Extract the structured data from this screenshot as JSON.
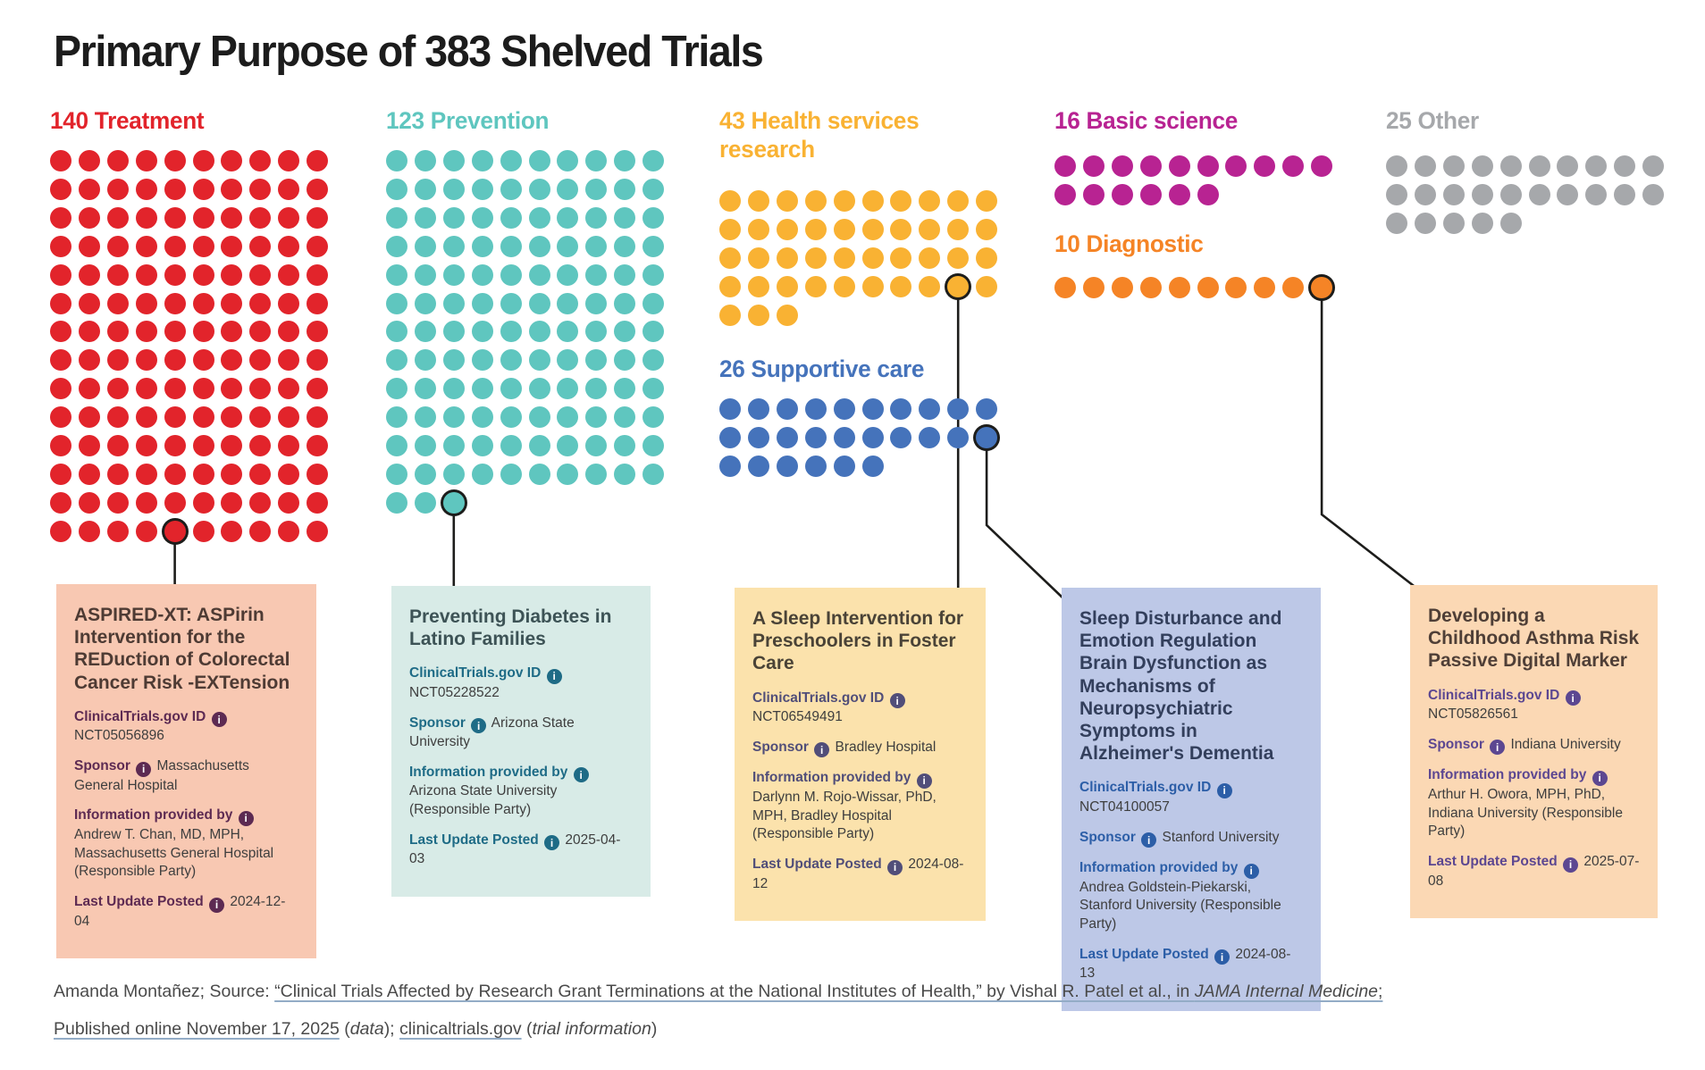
{
  "title": "Primary Purpose of 383 Shelved Trials",
  "glyphs": {
    "info": "i"
  },
  "chart_data": {
    "type": "pictogram",
    "title": "Primary Purpose of 383 Shelved Trials",
    "total": 383,
    "unit_per_dot": 1,
    "legend_position": "above-each-grid",
    "grid_columns": 10,
    "categories": [
      {
        "id": "treatment",
        "name": "Treatment",
        "count": 140,
        "color": "#E2242B",
        "label_lines": [
          "140 Treatment"
        ],
        "highlight_dot": 135
      },
      {
        "id": "prevention",
        "name": "Prevention",
        "count": 123,
        "color": "#5FC6BF",
        "label_lines": [
          "123 Prevention"
        ],
        "highlight_dot": 123
      },
      {
        "id": "health",
        "name": "Health services research",
        "count": 43,
        "color": "#F9B233",
        "label_lines": [
          "43 Health services",
          "research"
        ],
        "highlight_dot": 39
      },
      {
        "id": "supportive",
        "name": "Supportive care",
        "count": 26,
        "color": "#4573BB",
        "label_lines": [
          "26 Supportive care"
        ],
        "highlight_dot": 20
      },
      {
        "id": "basic",
        "name": "Basic science",
        "count": 16,
        "color": "#B82392",
        "label_lines": [
          "16 Basic science"
        ],
        "highlight_dot": null
      },
      {
        "id": "diagnostic",
        "name": "Diagnostic",
        "count": 10,
        "color": "#F58426",
        "label_lines": [
          "10 Diagnostic"
        ],
        "highlight_dot": 10
      },
      {
        "id": "other",
        "name": "Other",
        "count": 25,
        "color": "#A6A8AB",
        "label_lines": [
          "25 Other"
        ],
        "highlight_dot": null
      }
    ]
  },
  "cards": [
    {
      "category": "Treatment",
      "colors": {
        "bg": "#F8C8B2",
        "accent": "#5D2A52",
        "title": "#4E3B34"
      },
      "title": "ASPIRED-XT: ASPirin Intervention for the REDuction of Colorectal Cancer Risk -EXTension",
      "fields": [
        {
          "label": "ClinicalTrials.gov ID",
          "value": "NCT05056896"
        },
        {
          "label": "Sponsor",
          "value": "Massachusetts General Hospital"
        },
        {
          "label": "Information provided by",
          "value": "Andrew T. Chan, MD, MPH, Massachusetts General Hospital (Responsible Party)"
        },
        {
          "label": "Last Update Posted",
          "value": "2024-12-04"
        }
      ]
    },
    {
      "category": "Prevention",
      "colors": {
        "bg": "#D8EBE7",
        "accent": "#1E6B86",
        "title": "#3D5356"
      },
      "title": "Preventing Diabetes in Latino Families",
      "fields": [
        {
          "label": "ClinicalTrials.gov ID",
          "value": "NCT05228522"
        },
        {
          "label": "Sponsor",
          "value": "Arizona State University"
        },
        {
          "label": "Information provided by",
          "value": "Arizona State University (Responsible Party)"
        },
        {
          "label": "Last Update Posted",
          "value": "2025-04-03"
        }
      ]
    },
    {
      "category": "Health services research",
      "colors": {
        "bg": "#FBE2AC",
        "accent": "#514E79",
        "title": "#4A4337"
      },
      "title": "A Sleep Intervention for Preschoolers in Foster Care",
      "fields": [
        {
          "label": "ClinicalTrials.gov ID",
          "value": "NCT06549491"
        },
        {
          "label": "Sponsor",
          "value": "Bradley Hospital"
        },
        {
          "label": "Information provided by",
          "value": "Darlynn M. Rojo-Wissar, PhD, MPH, Bradley Hospital (Responsible Party)"
        },
        {
          "label": "Last Update Posted",
          "value": "2024-08-12"
        }
      ]
    },
    {
      "category": "Supportive care",
      "colors": {
        "bg": "#BDC8E7",
        "accent": "#2C5EA7",
        "title": "#333F5C"
      },
      "title": "Sleep Disturbance and Emotion Regulation Brain Dysfunction as Mechanisms of Neuropsychiatric Symptoms in Alzheimer's Dementia",
      "fields": [
        {
          "label": "ClinicalTrials.gov ID",
          "value": "NCT04100057"
        },
        {
          "label": "Sponsor",
          "value": "Stanford University"
        },
        {
          "label": "Information provided by",
          "value": "Andrea Goldstein-Piekarski, Stanford University (Responsible Party)"
        },
        {
          "label": "Last Update Posted",
          "value": "2024-08-13"
        }
      ]
    },
    {
      "category": "Diagnostic",
      "colors": {
        "bg": "#FBD8B4",
        "accent": "#5C4791",
        "title": "#4F3F37"
      },
      "title": "Developing a Childhood Asthma Risk Passive Digital Marker",
      "fields": [
        {
          "label": "ClinicalTrials.gov ID",
          "value": "NCT05826561"
        },
        {
          "label": "Sponsor",
          "value": "Indiana University"
        },
        {
          "label": "Information provided by",
          "value": "Arthur H. Owora, MPH, PhD, Indiana University (Responsible Party)"
        },
        {
          "label": "Last Update Posted",
          "value": "2025-07-08"
        }
      ]
    }
  ],
  "footer": {
    "lines": [
      {
        "segments": [
          {
            "text": "Amanda Montañez; Source: "
          },
          {
            "text": "“Clinical Trials Affected by Research Grant Terminations at the National Institutes of Health,” by Vishal R. Patel et al., in ",
            "link": true
          },
          {
            "text": "JAMA Internal Medicine",
            "link": true,
            "italic": true
          },
          {
            "text": ";",
            "link": true
          }
        ]
      },
      {
        "segments": [
          {
            "text": "Published online November 17, 2025",
            "link": true
          },
          {
            "text": " ("
          },
          {
            "text": "data",
            "italic": true
          },
          {
            "text": "); "
          },
          {
            "text": "clinicaltrials.gov",
            "link": true
          },
          {
            "text": " ("
          },
          {
            "text": "trial information",
            "italic": true
          },
          {
            "text": ")"
          }
        ]
      }
    ]
  }
}
